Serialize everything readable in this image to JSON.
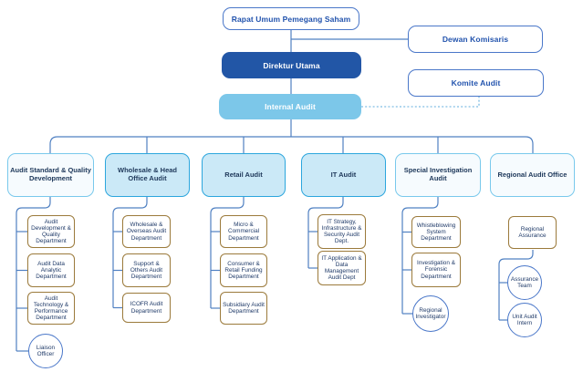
{
  "palette": {
    "primary_blue": "#2256a6",
    "sky_blue": "#7cc7e9",
    "division_fill": "#cbe9f7",
    "division_border_strong": "#2ca6dd",
    "division_border_light": "#79c9ec",
    "outline_blue": "#4a77c9",
    "connector_blue": "#4f80c2",
    "dotted_connector_blue": "#62aede",
    "department_border_gold": "#9b7a3b",
    "top_text_blue": "#2253ad",
    "body_text_navy": "#1f3a68"
  },
  "top_nodes": {
    "shareholders_meeting": "Rapat Umum Pemegang Saham",
    "board_of_commissioners": "Dewan Komisaris",
    "president_director": "Direktur Utama",
    "audit_committee": "Komite Audit",
    "internal_audit": "Internal Audit"
  },
  "divisions": [
    {
      "label": "Audit Standard & Quality Development",
      "departments": [
        "Audit Development & Quality Department",
        "Audit Data Analytic Department",
        "Audit Technology & Performance Department"
      ],
      "officers": [
        "Liaison Officer"
      ]
    },
    {
      "label": "Wholesale & Head Office Audit",
      "departments": [
        "Wholesale & Overseas Audit Department",
        "Support & Others Audit Department",
        "ICOFR Audit Department"
      ],
      "officers": []
    },
    {
      "label": "Retail Audit",
      "departments": [
        "Micro & Commercial Department",
        "Consumer & Retail Funding Department",
        "Subsidiary Audit Department"
      ],
      "officers": []
    },
    {
      "label": "IT Audit",
      "departments": [
        "IT Strategy, Infrastructure & Security Audit Dept.",
        "IT Application & Data Management Audit Dept"
      ],
      "officers": []
    },
    {
      "label": "Special Investigation Audit",
      "departments": [
        "Whistleblowing System Department",
        "Investigation & Forensic Department"
      ],
      "officers": [
        "Regional Investigator"
      ]
    },
    {
      "label": "Regional Audit Office",
      "departments": [
        "Regional Assurance"
      ],
      "officers": [
        "Assurance Team",
        "Unit Audit Intern"
      ]
    }
  ]
}
